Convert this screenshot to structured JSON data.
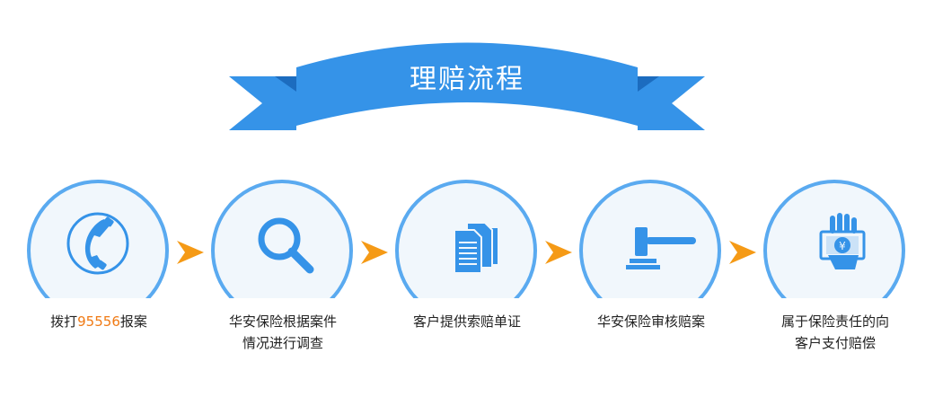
{
  "banner": {
    "title": "理赔流程"
  },
  "colors": {
    "blue": "#3593e8",
    "blue_dark": "#1c6cbf",
    "ring": "#5aaaf0",
    "orange": "#f59a16",
    "highlight": "#f07a14"
  },
  "steps": [
    {
      "icon": "phone-icon",
      "line1_pre": "拨打",
      "line1_highlight": "95556",
      "line1_post": "报案"
    },
    {
      "icon": "magnifier-icon",
      "line1": "华安保险根据案件",
      "line2": "情况进行调查"
    },
    {
      "icon": "documents-icon",
      "line1": "客户提供索赔单证"
    },
    {
      "icon": "gavel-icon",
      "line1": "华安保险审核赔案"
    },
    {
      "icon": "payment-icon",
      "line1": "属于保险责任的向",
      "line2": "客户支付赔偿"
    }
  ]
}
